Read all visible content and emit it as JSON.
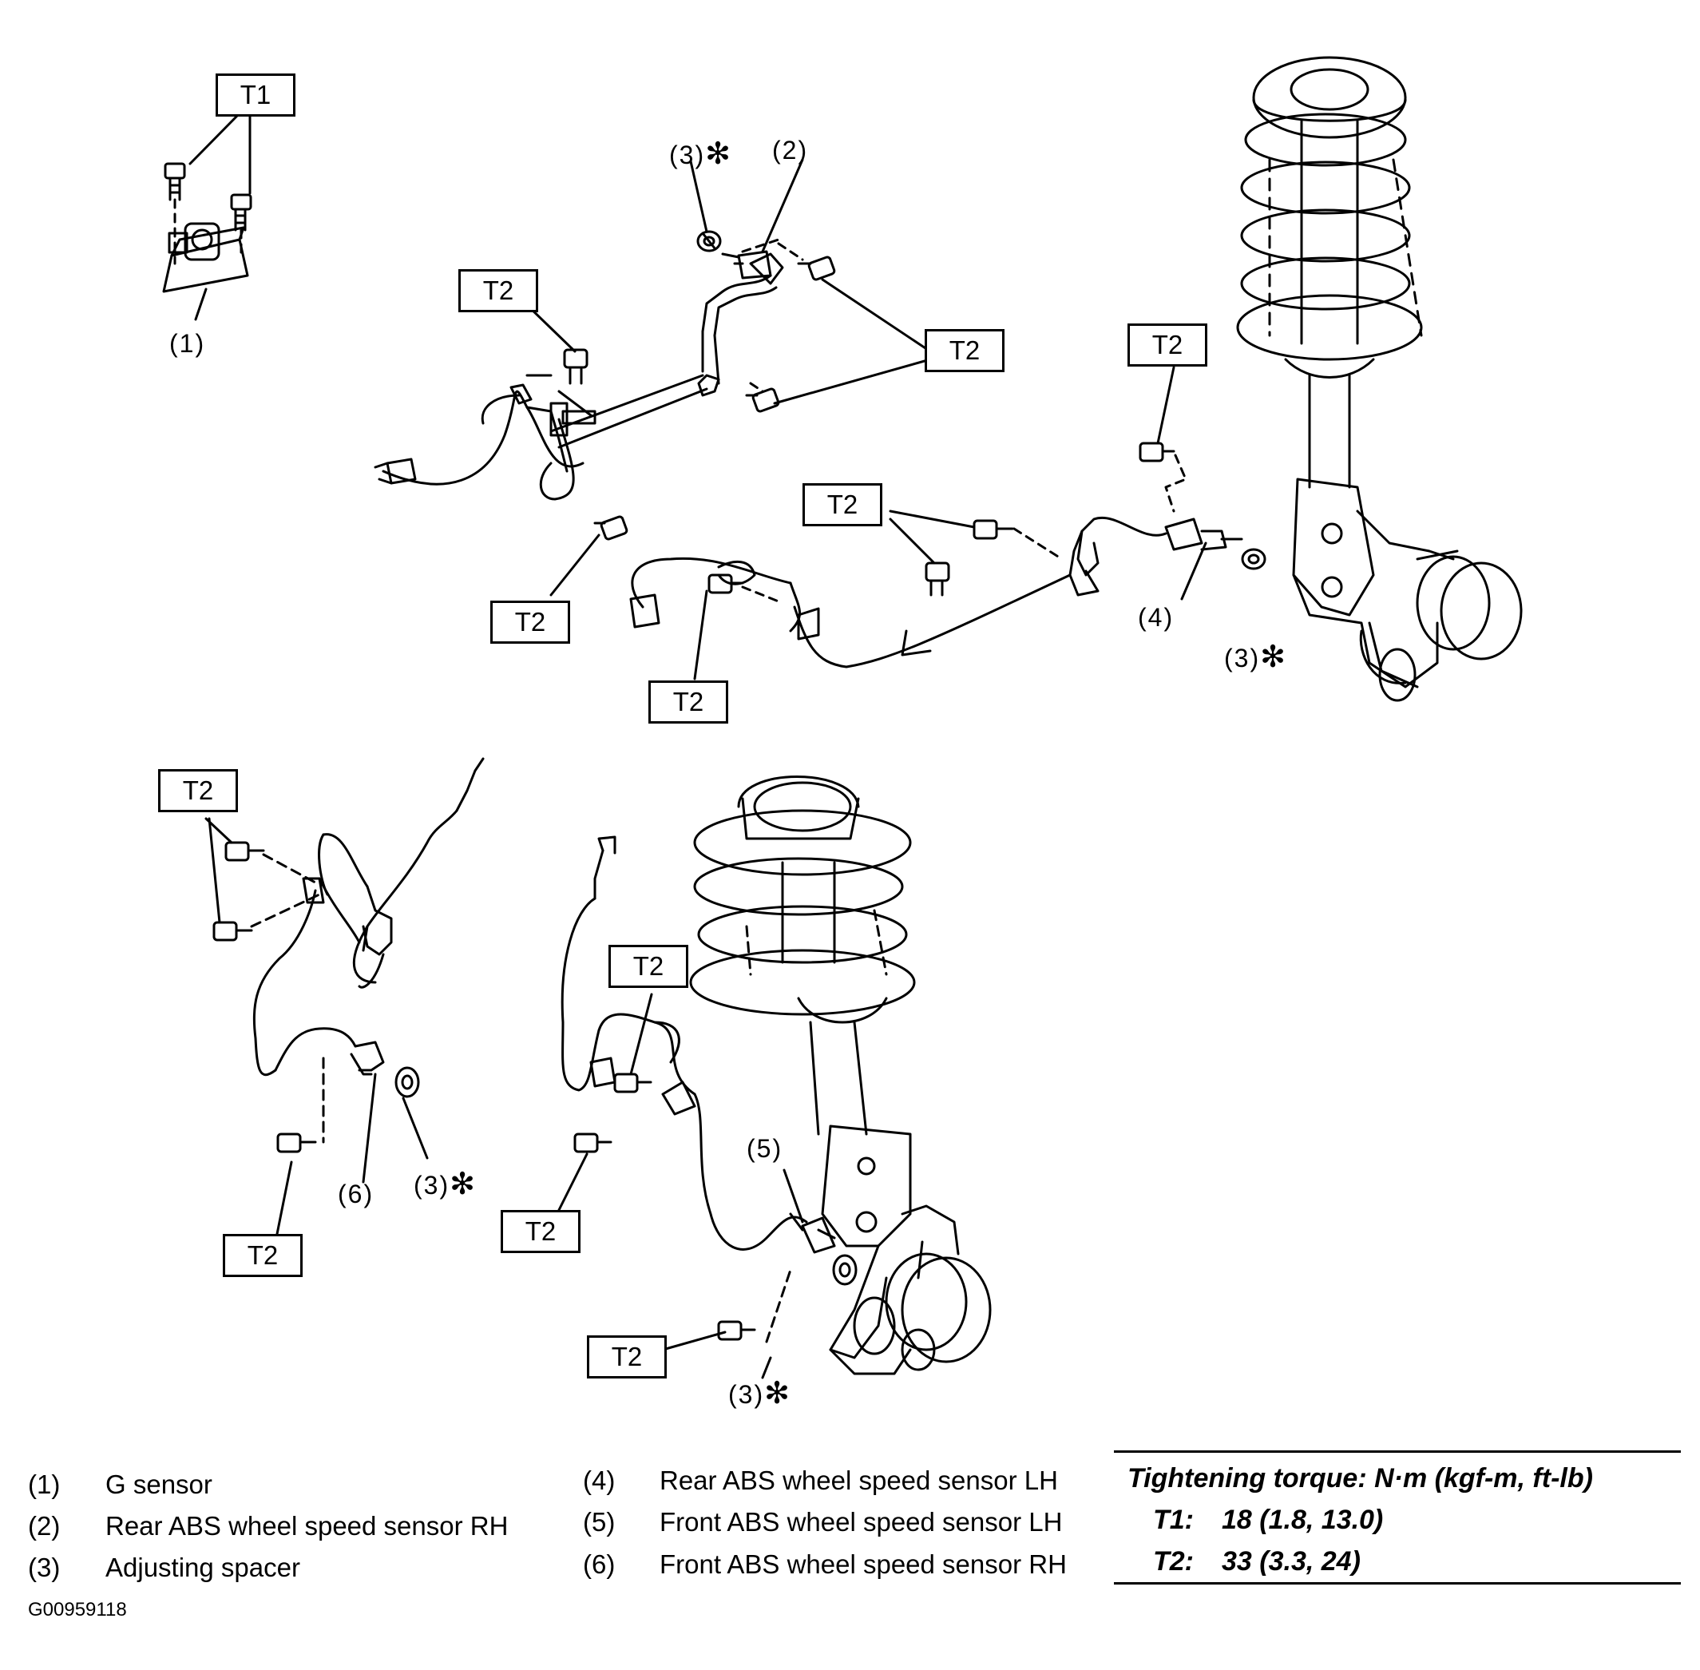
{
  "callouts": {
    "c1": "(1)",
    "c2": "(2)",
    "c3": "(3)",
    "c4": "(4)",
    "c5": "(5)",
    "c6": "(6)",
    "star": "✻"
  },
  "torque_labels": {
    "t1": "T1",
    "t2": "T2"
  },
  "legend": [
    {
      "num": "(1)",
      "text": "G sensor"
    },
    {
      "num": "(2)",
      "text": "Rear ABS wheel speed sensor RH"
    },
    {
      "num": "(3)",
      "text": "Adjusting spacer"
    },
    {
      "num": "(4)",
      "text": "Rear ABS wheel speed sensor LH"
    },
    {
      "num": "(5)",
      "text": "Front ABS wheel speed sensor LH"
    },
    {
      "num": "(6)",
      "text": "Front ABS wheel speed sensor RH"
    }
  ],
  "torque_table": {
    "title": "Tightening torque: N·m (kgf-m, ft-lb)",
    "rows": [
      {
        "key": "T1:",
        "value": "18 (1.8, 13.0)"
      },
      {
        "key": "T2:",
        "value": "33 (3.3, 24)"
      }
    ]
  },
  "figure_id": "G00959118"
}
